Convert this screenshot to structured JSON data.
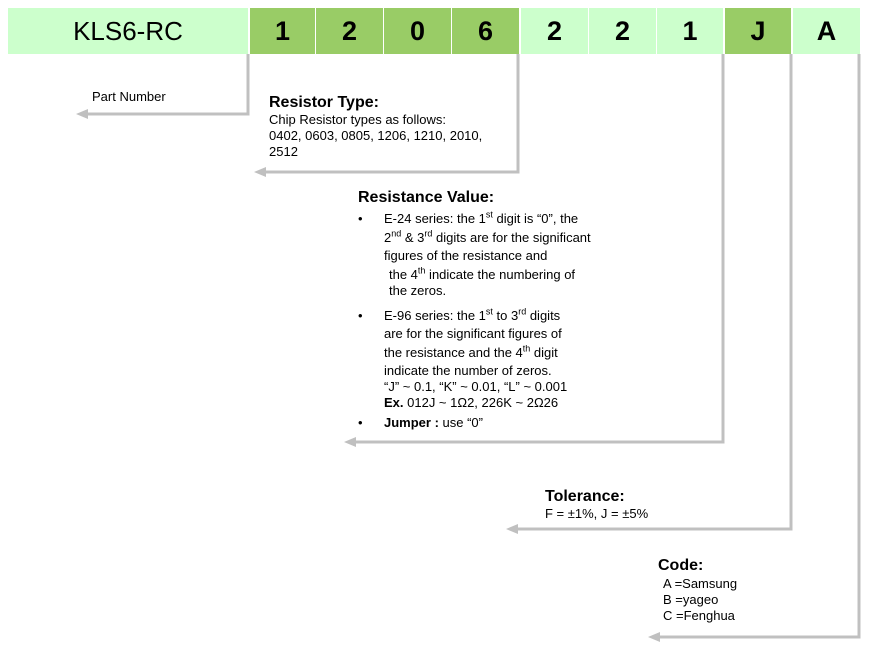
{
  "header_segments": [
    {
      "text": "KLS6-RC",
      "style": "light"
    },
    {
      "text": "1",
      "style": "dark"
    },
    {
      "text": "2",
      "style": "dark"
    },
    {
      "text": "0",
      "style": "dark"
    },
    {
      "text": "6",
      "style": "dark"
    },
    {
      "text": "2",
      "style": "light"
    },
    {
      "text": "2",
      "style": "light"
    },
    {
      "text": "1",
      "style": "light"
    },
    {
      "text": "J",
      "style": "dark"
    },
    {
      "text": "A",
      "style": "light"
    }
  ],
  "colors": {
    "light_green": "#ccffcc",
    "dark_green": "#99cc66",
    "line": "#c0c0c0"
  },
  "part_number": {
    "label": "Part Number"
  },
  "resistor_type": {
    "title": "Resistor Type:",
    "line1": "Chip Resistor types as follows:",
    "line2": "0402, 0603, 0805, 1206, 1210, 2010,",
    "line3": "2512"
  },
  "resistance_value": {
    "title": "Resistance Value:",
    "bullet": "•",
    "e24": {
      "a1": "E-24 series: the 1",
      "a_sup": "st",
      "a2": " digit is “0”, the",
      "b1": "2",
      "b_sup1": "nd",
      "b2": " & 3",
      "b_sup2": "rd",
      "b3": " digits are for the significant",
      "c": "figures of the resistance and",
      "d1": "the 4",
      "d_sup": "th",
      "d2": " indicate the numbering of",
      "e": "the zeros."
    },
    "e96": {
      "a1": "E-96 series: the 1",
      "a_sup1": "st",
      "a2": " to 3",
      "a_sup2": "rd",
      "a3": " digits",
      "b": "are for the significant figures of",
      "c1": "the resistance and the 4",
      "c_sup": "th",
      "c2": " digit",
      "d": "indicate the number of zeros.",
      "e": "“J” ~ 0.1, “K” ~ 0.01, “L” ~ 0.001",
      "ex_label": "Ex.",
      "ex_text": " 012J ~ 1Ω2, 226K ~ 2Ω26"
    },
    "jumper": {
      "label": "Jumper :",
      "text": " use “0”"
    }
  },
  "tolerance": {
    "title": "Tolerance:",
    "text": "F = ±1%,  J = ±5%"
  },
  "code": {
    "title": "Code:",
    "items": [
      "A =Samsung",
      "B =yageo",
      "C =Fenghua"
    ]
  }
}
